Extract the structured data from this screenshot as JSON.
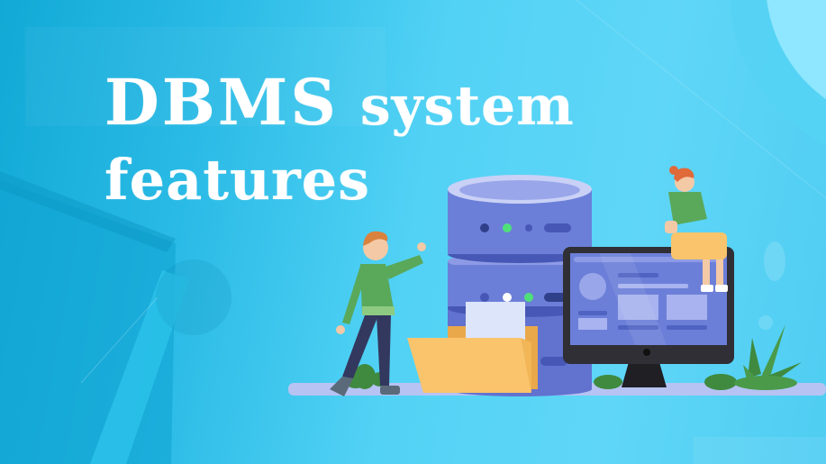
{
  "banner": {
    "title_line1_big": "DBMS",
    "title_line1_small": "system",
    "title_line2": "features"
  },
  "colors": {
    "background": "#4fcdf2",
    "database": "#6c7fd8",
    "database_light": "#9aa6ea",
    "folder": "#f9c46b",
    "monitor_frame": "#2f2f35",
    "monitor_screen": "#6c7fd8",
    "shirt_green": "#5aa85a",
    "plant_green": "#3f8a3f",
    "floor": "#b6c3f3",
    "led_green": "#4fe07a"
  },
  "illustration": {
    "icons": [
      "database-server-icon",
      "folder-icon",
      "document-icon",
      "monitor-icon",
      "man-waving-figure",
      "woman-sitting-figure",
      "plant-icon",
      "bush-icon",
      "gear-icon"
    ]
  }
}
